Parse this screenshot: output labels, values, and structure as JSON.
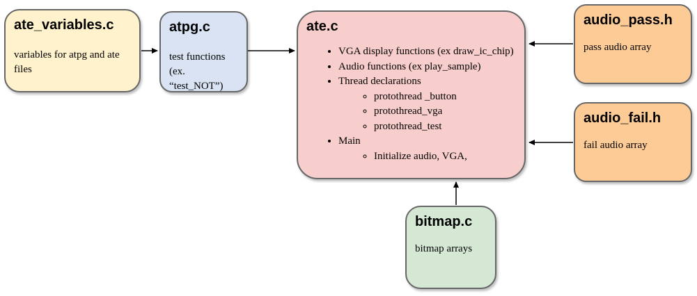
{
  "canvas": {
    "background": "#FFFFFF",
    "node_border_color": "#666666",
    "arrow_color": "#000000"
  },
  "nodes": {
    "ate_variables": {
      "title": "ate_variables.c",
      "body": "variables for atpg and ate files",
      "fill": "#FFF2CC"
    },
    "atpg": {
      "title": "atpg.c",
      "body": "test functions (ex. “test_NOT”)",
      "fill": "#D9E3F3"
    },
    "ate": {
      "title": "ate.c",
      "fill": "#F8CECC",
      "items": [
        {
          "level": 1,
          "text": "VGA display functions (ex draw_ic_chip)"
        },
        {
          "level": 1,
          "text": "Audio functions (ex play_sample)"
        },
        {
          "level": 1,
          "text": "Thread declarations"
        },
        {
          "level": 2,
          "text": "protothread _button"
        },
        {
          "level": 2,
          "text": "protothread_vga"
        },
        {
          "level": 2,
          "text": "protothread_test"
        },
        {
          "level": 1,
          "text": "Main"
        },
        {
          "level": 2,
          "text": "Initialize audio, VGA,"
        }
      ],
      "list_markers": {
        "level1": "disc-bullet",
        "level2": "circle-bullet"
      }
    },
    "audio_pass": {
      "title": "audio_pass.h",
      "body": "pass audio array",
      "fill": "#FDCB96"
    },
    "audio_fail": {
      "title": "audio_fail.h",
      "body": "fail audio array",
      "fill": "#FDCB96"
    },
    "bitmap": {
      "title": "bitmap.c",
      "body": "bitmap arrays",
      "fill": "#D5E8D4"
    }
  },
  "edges": [
    {
      "from": "ate_variables.c",
      "to": "atpg.c"
    },
    {
      "from": "atpg.c",
      "to": "ate.c"
    },
    {
      "from": "audio_pass.h",
      "to": "ate.c"
    },
    {
      "from": "audio_fail.h",
      "to": "ate.c"
    },
    {
      "from": "bitmap.c",
      "to": "ate.c"
    }
  ]
}
